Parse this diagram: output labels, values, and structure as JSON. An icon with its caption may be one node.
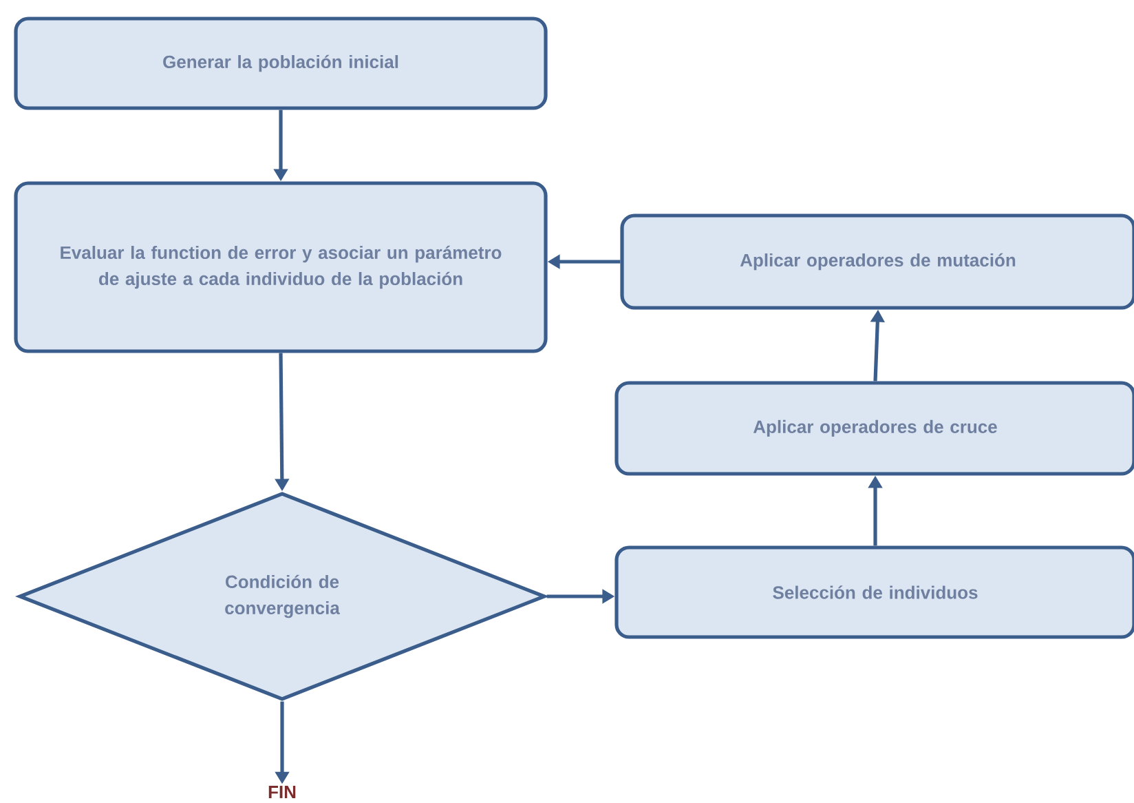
{
  "diagram": {
    "nodes": [
      {
        "text": [
          "Generar la población inicial"
        ]
      },
      {
        "text": [
          "Evaluar la function de error y asociar un parámetro de ajuste a cada individuo de la población"
        ]
      },
      {
        "text": [
          "Aplicar operadores de mutación"
        ]
      },
      {
        "text": [
          "Aplicar operadores de cruce"
        ]
      },
      {
        "text": [
          "Condición de convergencia"
        ]
      },
      {
        "text": [
          "Selección de individuos"
        ]
      },
      {
        "text": [
          "FIN"
        ]
      }
    ],
    "edges": [
      {
        "from": 0,
        "to": 1,
        "arrow": "to"
      },
      {
        "from": 1,
        "to": 4,
        "arrow": "to"
      },
      {
        "from": 4,
        "to": 5,
        "arrow": "to"
      },
      {
        "from": 5,
        "to": 3,
        "arrow": "to"
      },
      {
        "from": 3,
        "to": 2,
        "arrow": "to"
      },
      {
        "from": 2,
        "to": 1,
        "arrow": "to"
      },
      {
        "from": 4,
        "to": 6,
        "arrow": "to"
      }
    ]
  }
}
